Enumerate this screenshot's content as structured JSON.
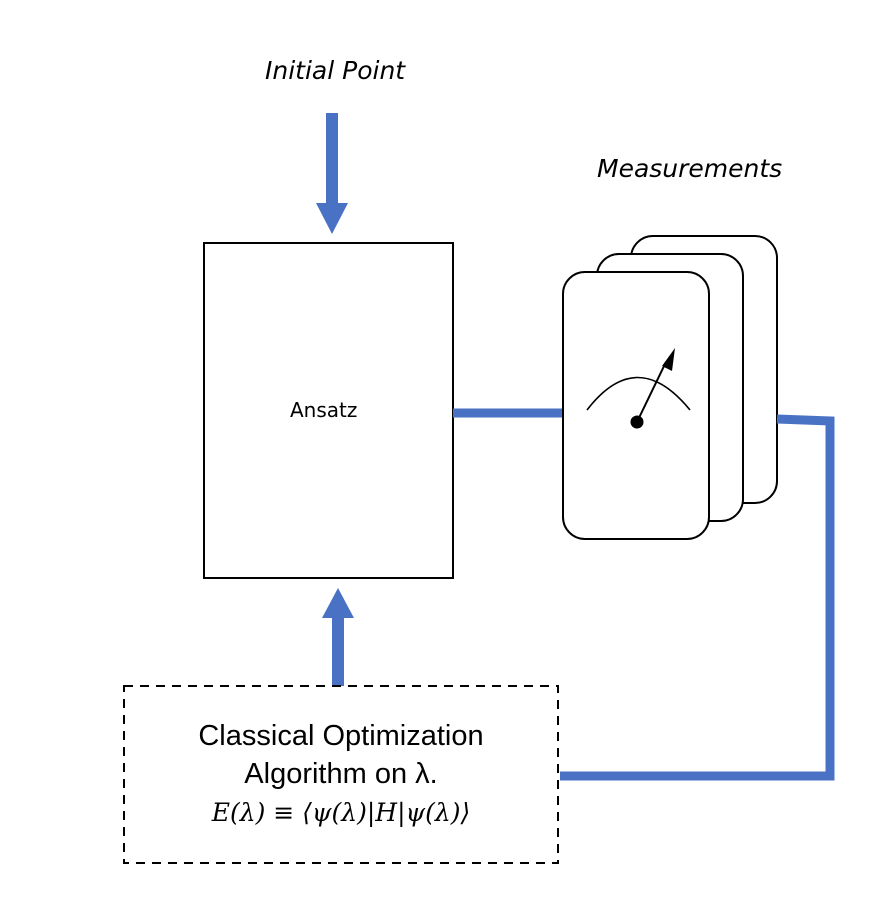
{
  "labels": {
    "initial_point": "Initial Point",
    "measurements": "Measurements",
    "ansatz": "Ansatz",
    "optimizer_line1": "Classical Optimization",
    "optimizer_line2": "Algorithm on λ.",
    "energy_formula": "E(λ) ≡ ⟨ψ(λ)|H|ψ(λ)⟩"
  },
  "colors": {
    "connector": "#4a72c4",
    "outline": "#000000",
    "background": "#ffffff"
  }
}
